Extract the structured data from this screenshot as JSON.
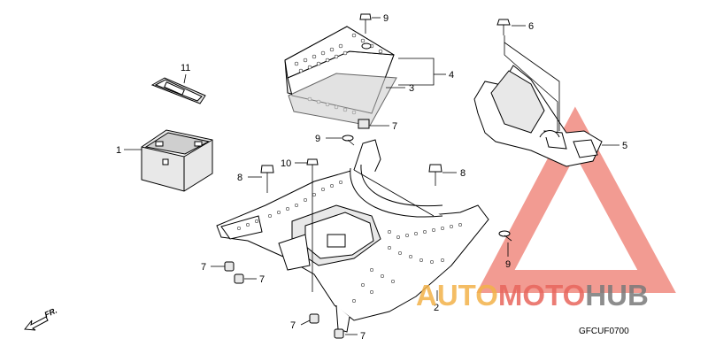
{
  "callouts": {
    "c1": "1",
    "c2": "2",
    "c3": "3",
    "c4": "4",
    "c5": "5",
    "c6": "6",
    "c7a": "7",
    "c7b": "7",
    "c7c": "7",
    "c7d": "7",
    "c7e": "7",
    "c8a": "8",
    "c8b": "8",
    "c9a": "9",
    "c9b": "9",
    "c9c": "9",
    "c10": "10",
    "c11": "11"
  },
  "direction_label": "FR.",
  "diagram_code": "GFCUF0700",
  "watermark": {
    "part1": "AUTO",
    "part2": "MOTO",
    "part3": "HUB",
    "color_orange": "#f3b24a",
    "color_red": "#e8665c",
    "color_grey": "#7a7a7a"
  }
}
